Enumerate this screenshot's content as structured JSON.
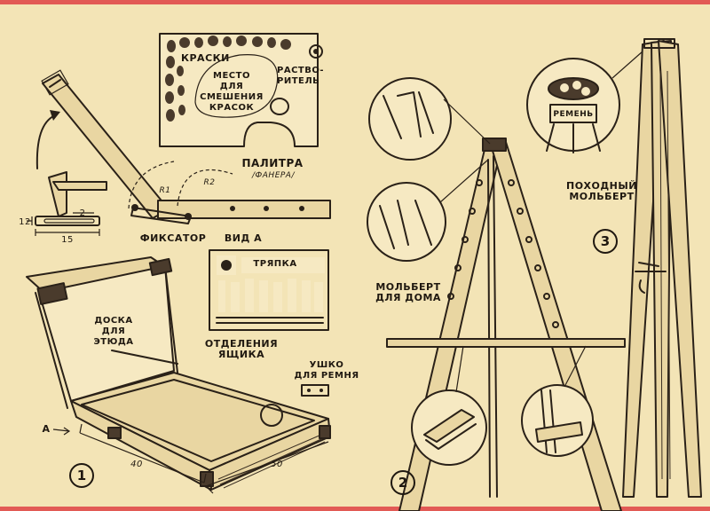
{
  "colors": {
    "paper": "#f3e4b6",
    "ink": "#2a2118",
    "border_red": "#e25a55"
  },
  "palette": {
    "paints_label": "КРАСКИ",
    "mixing_area_label": "МЕСТО\nДЛЯ СМЕШЕНИЯ\nКРАСОК",
    "thinner_label": "РАСТВО-\nРИТЕЛЬ",
    "title": "ПАЛИТРА",
    "material": "/ФАНЕРА/"
  },
  "latch": {
    "radius_1": "R1",
    "radius_2": "R2",
    "label": "ФИКСАТОР",
    "view_label": "ВИД А",
    "dim_2": "2",
    "dim_12": "12",
    "dim_15": "15"
  },
  "box": {
    "board_label": "ДОСКА\nДЛЯ\nЭТЮДА",
    "rag_label": "ТРЯПКА",
    "compartments_label": "ОТДЕЛЕНИЯ\nЯЩИКА",
    "strap_loop_label": "УШКО\nДЛЯ РЕМНЯ",
    "view_arrow": "А",
    "dim_40": "40",
    "dim_50": "50",
    "figure_number": "1"
  },
  "home_easel": {
    "label": "МОЛЬБЕРТ\nДЛЯ ДОМА",
    "figure_number": "2"
  },
  "field_easel": {
    "label": "ПОХОДНЫЙ\nМОЛЬБЕРТ",
    "strap_label": "РЕМЕНЬ",
    "figure_number": "3"
  }
}
